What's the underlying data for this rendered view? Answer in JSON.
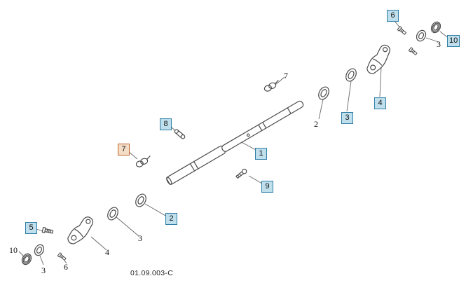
{
  "colors": {
    "line_art": "#4a4a4a",
    "leader_line": "#666666",
    "callout_highlight_bg": "#bfdfec",
    "callout_highlight_border": "#2f7ea6",
    "callout_alt_bg": "#f3ddc6",
    "callout_alt_border": "#c2642f",
    "callout_text": "#111111"
  },
  "diagram": {
    "code": "01.09.003-C",
    "callouts": [
      {
        "label": "6",
        "highlight": "blue",
        "part": "bolt"
      },
      {
        "label": "10",
        "highlight": "blue",
        "part": "washer"
      },
      {
        "label": "3",
        "highlight": "none",
        "part": "washer"
      },
      {
        "label": "4",
        "highlight": "blue",
        "part": "bracket"
      },
      {
        "label": "3",
        "highlight": "blue",
        "part": "washer"
      },
      {
        "label": "2",
        "highlight": "none",
        "part": "washer"
      },
      {
        "label": "7",
        "highlight": "none",
        "part": "spring-clip"
      },
      {
        "label": "1",
        "highlight": "blue",
        "part": "shaft"
      },
      {
        "label": "8",
        "highlight": "blue",
        "part": "pin"
      },
      {
        "label": "7",
        "highlight": "orange",
        "part": "spring-clip"
      },
      {
        "label": "9",
        "highlight": "blue",
        "part": "bolt"
      },
      {
        "label": "2",
        "highlight": "blue",
        "part": "washer"
      },
      {
        "label": "3",
        "highlight": "none",
        "part": "washer"
      },
      {
        "label": "4",
        "highlight": "none",
        "part": "bracket"
      },
      {
        "label": "5",
        "highlight": "blue",
        "part": "bolt"
      },
      {
        "label": "10",
        "highlight": "none",
        "part": "washer"
      },
      {
        "label": "3",
        "highlight": "none",
        "part": "washer"
      },
      {
        "label": "6",
        "highlight": "none",
        "part": "bolt"
      }
    ]
  }
}
